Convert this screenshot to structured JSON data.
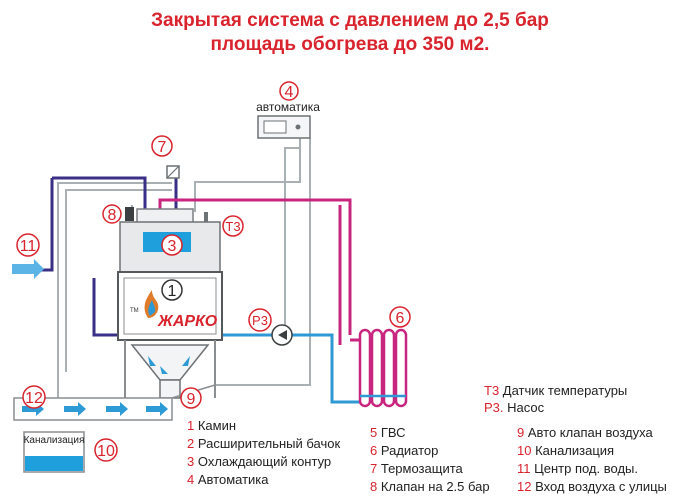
{
  "title": {
    "line1": "Закрытая система  с давлением до 2,5 бар",
    "line2": "площадь обогрева до 350 м2."
  },
  "markers": {
    "m1": "1",
    "m3": "3",
    "m4": "4",
    "m6": "6",
    "m7": "7",
    "m8": "8",
    "m9": "9",
    "m10": "10",
    "m11": "11",
    "m12": "12",
    "t3": "Т3",
    "p3": "Р3"
  },
  "labels": {
    "automatics": "автоматика",
    "sewer": "Канализация",
    "brand": "ЖАРКО",
    "tm": "TM"
  },
  "legend": {
    "col1": [
      {
        "num": "1",
        "text": "Камин"
      },
      {
        "num": "2",
        "text": "Расширительный бачок"
      },
      {
        "num": "3",
        "text": "Охлаждающий контур"
      },
      {
        "num": "4",
        "text": "Автоматика"
      }
    ],
    "col2": [
      {
        "num": "5",
        "text": "ГВС"
      },
      {
        "num": "6",
        "text": "Радиатор"
      },
      {
        "num": "7",
        "text": "Термозащита"
      },
      {
        "num": "8",
        "text": "Клапан на 2.5 бар"
      }
    ],
    "col3": [
      {
        "num": "9",
        "text": "Авто клапан воздуха"
      },
      {
        "num": "10",
        "text": "Канализация"
      },
      {
        "num": "11",
        "text": "Центр под. воды."
      },
      {
        "num": "12",
        "text": "Вход воздуха с улицы"
      }
    ],
    "extra": [
      {
        "code": "Т3",
        "text": "Датчик температуры"
      },
      {
        "code": "Р3.",
        "text": "Насос"
      }
    ]
  },
  "colors": {
    "hot": "#c8267e",
    "cold": "#2d9ad6",
    "return": "#3a2f86",
    "control": "#9aa4a8",
    "accent": "#d9232d"
  }
}
